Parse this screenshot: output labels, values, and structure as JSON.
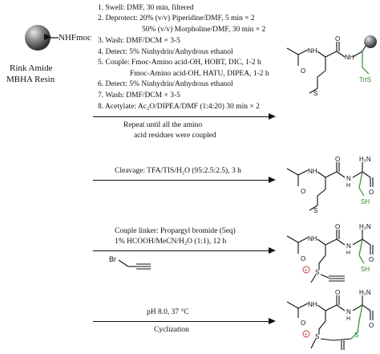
{
  "resin": {
    "group": "NHFmoc",
    "name_line1": "Rink Amide",
    "name_line2": "MBHA Resin"
  },
  "spps_steps": [
    "1. Swell: DMF, 30 min, filtered",
    "2. Deprotect: 20% (v/v) Piperidine/DMF, 5 min × 2",
    "50% (v/v) Morpholine/DMF, 30 min × 2",
    "3. Wash: DMF/DCM × 3-5",
    "4. Detect: 5% Ninhydrin/Anhydrous ethanol",
    "5. Couple: Fmoc-Amino acid-OH, HOBT, DIC, 1-2 h",
    "Fmoc-Amino acid-OH, HATU, DIPEA, 1-2 h",
    "6. Detect: 5% Ninhydrin/Anhydrous ethanol",
    "7. Wash: DMF/DCM × 3-5",
    "8. Acetylate: Ac₂O/DIPEA/DMF (1:4:20) 30 min × 2"
  ],
  "repeat_note": [
    "Repeat until all the amino",
    "acid residues were coupled"
  ],
  "cleavage": "Cleavage: TFA/TIS/H₂O (95:2.5:2.5), 3 h",
  "linker": {
    "line1": "Couple linker:  Propargyl bromide (5eq)",
    "line2": "1% HCOOH/MeCN/H₂O (1:1), 12 h",
    "reagent_label": "Br"
  },
  "cyclization": {
    "above": "pH 8.0, 37 °C",
    "below": "Cyclization"
  },
  "mol_labels": {
    "nh": "NH",
    "n": "N",
    "h": "H",
    "h2n": "H₂N",
    "o": "O",
    "s": "S",
    "sh": "SH",
    "trt": "TrtS",
    "plus": "+"
  },
  "colors": {
    "ink": "#111111",
    "cys_side_chain": "#2e8b2e",
    "sulfonium_charge": "#c0392b",
    "resin_bead": "#6f6f6f"
  }
}
